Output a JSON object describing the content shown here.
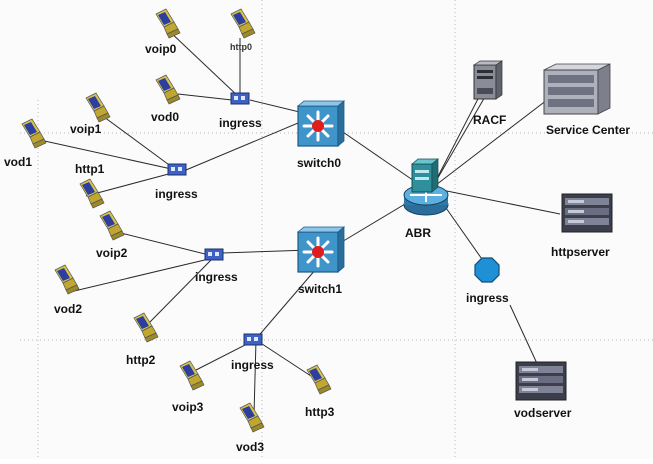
{
  "diagram": {
    "labels": {
      "voip0": "voip0",
      "http0": "http0",
      "vod0": "vod0",
      "ingress0": "ingress",
      "voip1": "voip1",
      "vod1": "vod1",
      "http1": "http1",
      "ingress1": "ingress",
      "switch0": "switch0",
      "voip2": "voip2",
      "vod2": "vod2",
      "ingress2": "ingress",
      "http2": "http2",
      "switch1": "switch1",
      "ingress3": "ingress",
      "voip3": "voip3",
      "http3": "http3",
      "vod3": "vod3",
      "racf": "RACF",
      "abr": "ABR",
      "service_center": "Service Center",
      "httpserver": "httpserver",
      "ingress4": "ingress",
      "vodserver": "vodserver"
    },
    "colors": {
      "link": "#2b2b2b",
      "grid": "#b8b8b8",
      "pc_body": "#c9b23a",
      "pc_screen": "#2c3f9e",
      "switch_bg": "#3f94c9",
      "switch_star": "#e21d1d",
      "router_body": "#2f7aa8",
      "ingress_box": "#3b62c4",
      "octagon": "#1f8fd6",
      "server_dark": "#3c3e4a"
    }
  }
}
